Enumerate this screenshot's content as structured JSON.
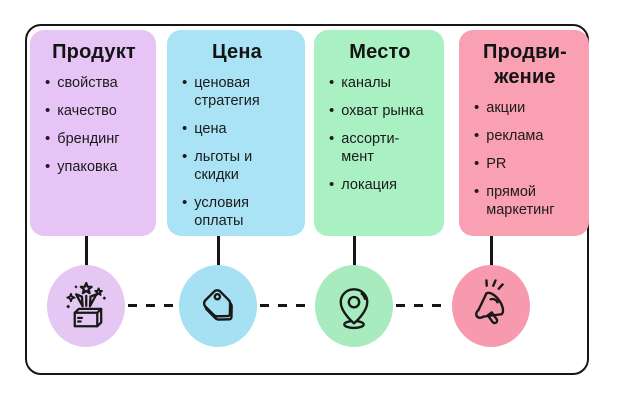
{
  "page": {
    "background_color": "#ffffff",
    "frame_border_color": "#161616",
    "stroke_color": "#181818"
  },
  "bullet_char": "•",
  "columns": [
    {
      "title": "Продукт",
      "card_color": "#e7c4f6",
      "circle_color": "#e4c7f2",
      "icon": "gift-box-icon",
      "items": [
        "свойства",
        "качество",
        "брендинг",
        "упаковка"
      ]
    },
    {
      "title": "Цена",
      "card_color": "#a9e3f5",
      "circle_color": "#a6e0f3",
      "icon": "price-tag-icon",
      "items": [
        "ценовая стратегия",
        "цена",
        "льготы и скидки",
        "условия оплаты"
      ]
    },
    {
      "title": "Место",
      "card_color": "#a9f0c2",
      "circle_color": "#a8ebbf",
      "icon": "location-pin-icon",
      "items": [
        "каналы",
        "охват рынка",
        "ассорти-\nмент",
        "локация"
      ]
    },
    {
      "title": "Продви-\nжение",
      "card_color": "#f9a1b3",
      "circle_color": "#f79aad",
      "icon": "megaphone-icon",
      "items": [
        "акции",
        "реклама",
        "PR",
        "прямой маркетинг"
      ]
    }
  ]
}
